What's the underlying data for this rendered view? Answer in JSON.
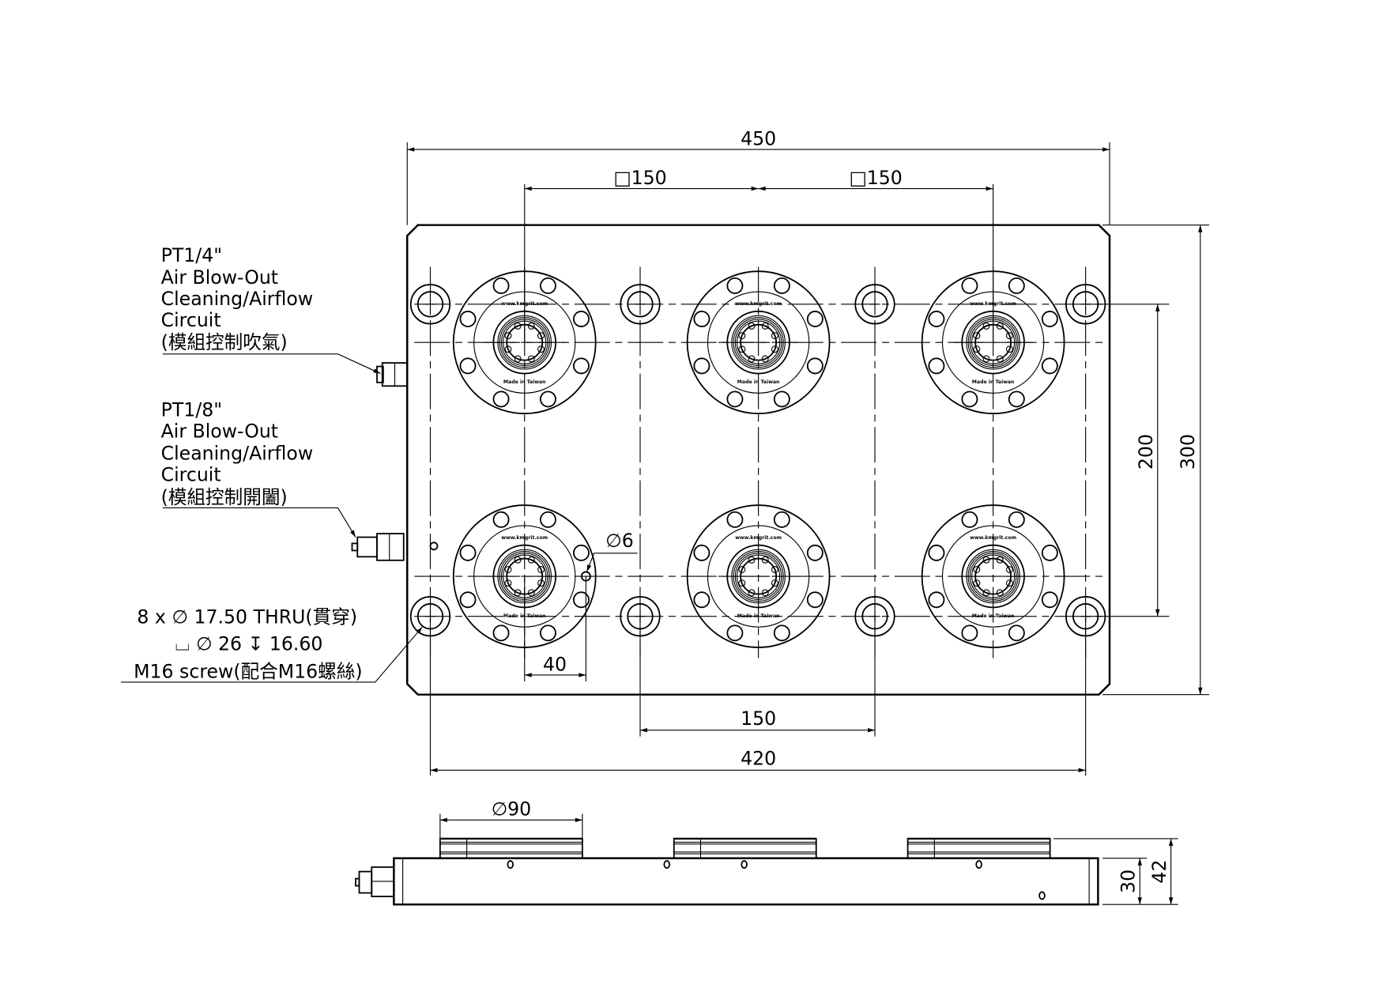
{
  "title": "Zero-point clamping base plate with 6 modules - top and side views",
  "colors": {
    "line": "#000000",
    "background": "#ffffff"
  },
  "dimensions": {
    "overall_width": "450",
    "module_pitch_1": "□150",
    "module_pitch_2": "□150",
    "row_pitch": "200",
    "overall_height": "300",
    "pin_hole": "∅6",
    "pin_offset": "40",
    "mount_hole_pitch": "150",
    "mount_hole_span": "420",
    "module_diameter": "∅90",
    "plate_thickness": "30",
    "total_height": "42"
  },
  "annotations": {
    "port_quarter": [
      "PT1/4\"",
      "Air Blow-Out",
      "Cleaning/Airflow",
      "Circuit",
      "(模組控制吹氣)"
    ],
    "port_eighth": [
      "PT1/8\"",
      "Air Blow-Out",
      "Cleaning/Airflow",
      "Circuit",
      "(模組控制開闔)"
    ],
    "mount_holes": [
      "8 x ∅ 17.50 THRU(貫穿)",
      "⌴ ∅ 26 ↧ 16.60",
      "M16 screw(配合M16螺絲)"
    ]
  },
  "module_markings": {
    "url": "www.kmgrit.com",
    "origin": "Made in Taiwan"
  }
}
